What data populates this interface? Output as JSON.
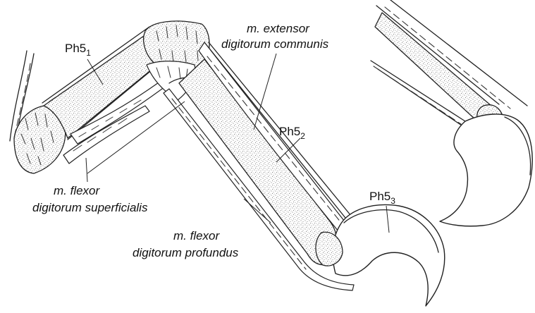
{
  "labels": {
    "ph5_1_base": "Ph5",
    "ph5_1_sub": "1",
    "ph5_2_base": "Ph5",
    "ph5_2_sub": "2",
    "ph5_3_base": "Ph5",
    "ph5_3_sub": "3",
    "extensor_line1": "m. extensor",
    "extensor_line2": "digitorum communis",
    "flexor_sup_line1": "m. flexor",
    "flexor_sup_line2": "digitorum superficialis",
    "flexor_prof_line1": "m. flexor",
    "flexor_prof_line2": "digitorum profundus"
  }
}
